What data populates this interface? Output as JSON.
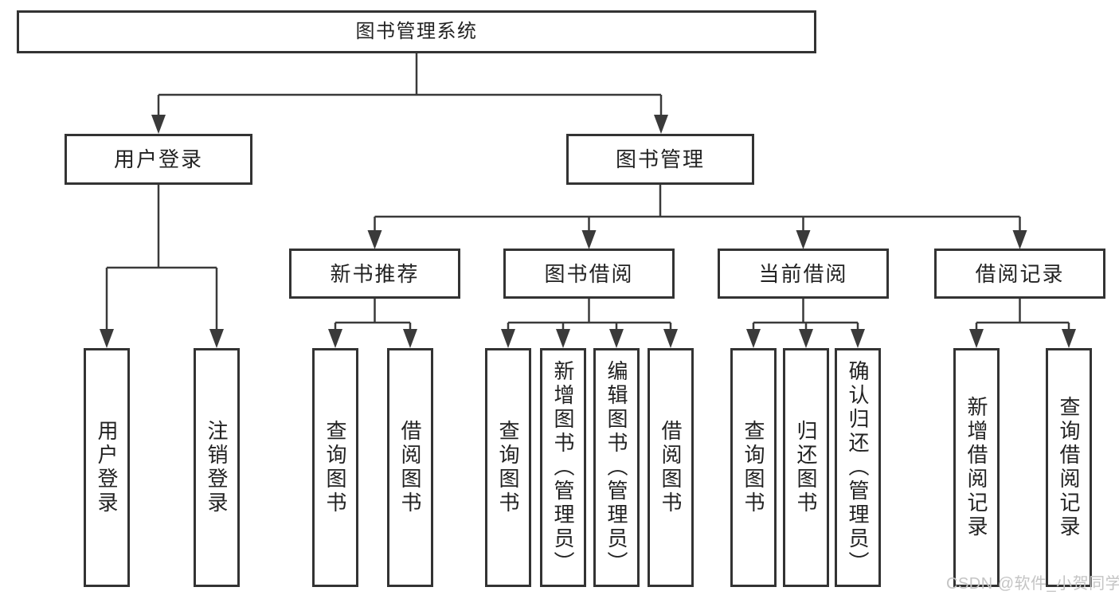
{
  "colors": {
    "background": "#ffffff",
    "line": "#3a3a3a",
    "box_border": "#333333",
    "text": "#222222",
    "watermark": "#c4c4c4"
  },
  "watermark": {
    "text": "CSDN @软件_小贺同学"
  },
  "tree": {
    "root": {
      "label": "图书管理系统"
    },
    "branches": [
      {
        "label": "用户登录",
        "children": [
          {
            "label": "用户登录"
          },
          {
            "label": "注销登录"
          }
        ]
      },
      {
        "label": "图书管理",
        "children": [
          {
            "label": "新书推荐",
            "children": [
              {
                "label": "查询图书"
              },
              {
                "label": "借阅图书"
              }
            ]
          },
          {
            "label": "图书借阅",
            "children": [
              {
                "label": "查询图书"
              },
              {
                "label": "新增图书（管理员）"
              },
              {
                "label": "编辑图书（管理员）"
              },
              {
                "label": "借阅图书"
              }
            ]
          },
          {
            "label": "当前借阅",
            "children": [
              {
                "label": "查询图书"
              },
              {
                "label": "归还图书"
              },
              {
                "label": "确认归还（管理员）"
              }
            ]
          },
          {
            "label": "借阅记录",
            "children": [
              {
                "label": "新增借阅记录"
              },
              {
                "label": "查询借阅记录"
              }
            ]
          }
        ]
      }
    ]
  }
}
